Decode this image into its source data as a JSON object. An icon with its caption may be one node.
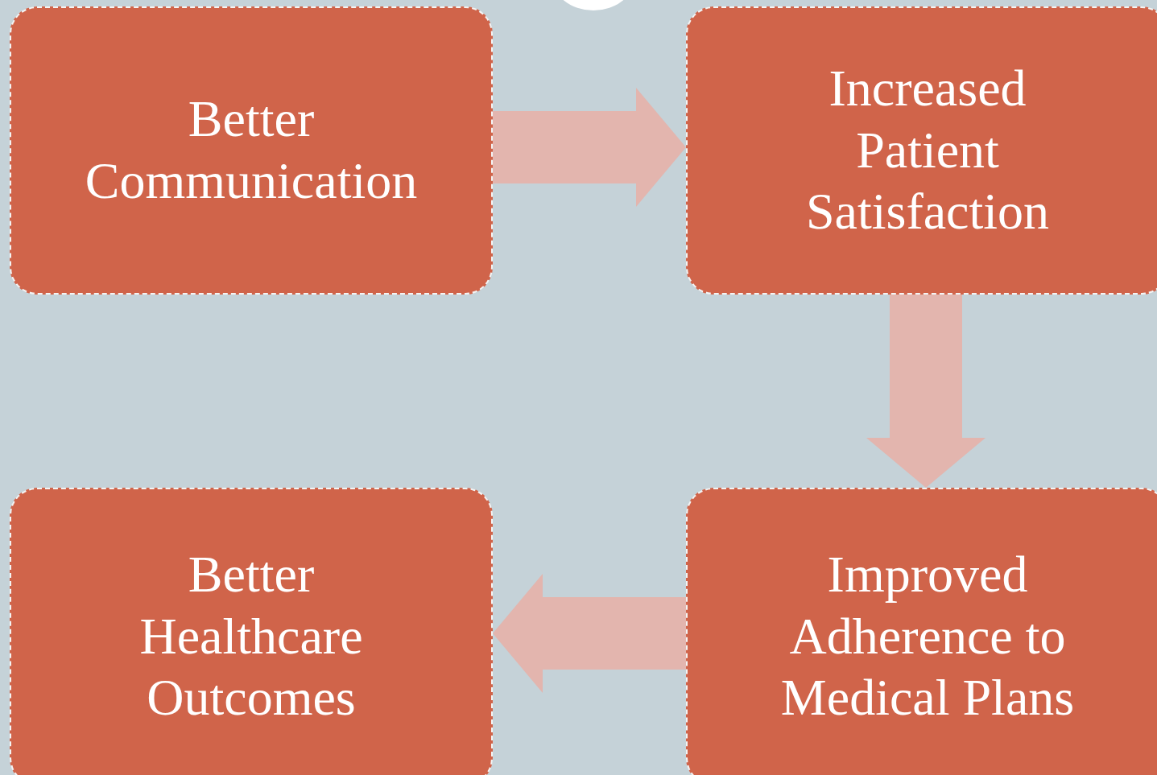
{
  "diagram": {
    "nodes": [
      {
        "text": [
          "Better Communication"
        ]
      },
      {
        "text": [
          "Increased Patient Satisfaction"
        ]
      },
      {
        "text": [
          "Improved Adherence to Medical Plans"
        ]
      },
      {
        "text": [
          "Better Healthcare Outcomes"
        ]
      }
    ],
    "edges": [
      {
        "from": 0,
        "to": 1,
        "arrow": "to"
      },
      {
        "from": 1,
        "to": 2,
        "arrow": "to"
      },
      {
        "from": 2,
        "to": 3,
        "arrow": "to"
      }
    ]
  }
}
